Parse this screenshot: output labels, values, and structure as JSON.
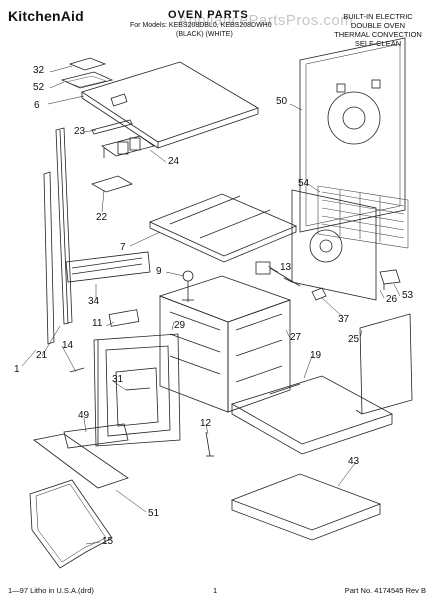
{
  "header": {
    "brand": "KitchenAid",
    "title": "OVEN PARTS",
    "models": "For Models: KEBS208DBL0, KEBS208DWH0",
    "colors": "(BLACK)          (WHITE)",
    "watermark": "AppliancePartsPros.com",
    "appliance_lines": [
      "BUILT-IN ELECTRIC",
      "DOUBLE OVEN",
      "THERMAL CONVECTION",
      "SELF-CLEAN"
    ]
  },
  "callouts": [
    "32",
    "52",
    "6",
    "50",
    "23",
    "24",
    "22",
    "54",
    "7",
    "9",
    "13",
    "53",
    "34",
    "26",
    "11",
    "29",
    "37",
    "25",
    "14",
    "27",
    "19",
    "31",
    "49",
    "12",
    "43",
    "51",
    "15",
    "1",
    "21"
  ],
  "footer": {
    "left": "1—97 Litho in U.S.A.(drd)",
    "page": "1",
    "right": "Part No. 4174545 Rev B"
  }
}
